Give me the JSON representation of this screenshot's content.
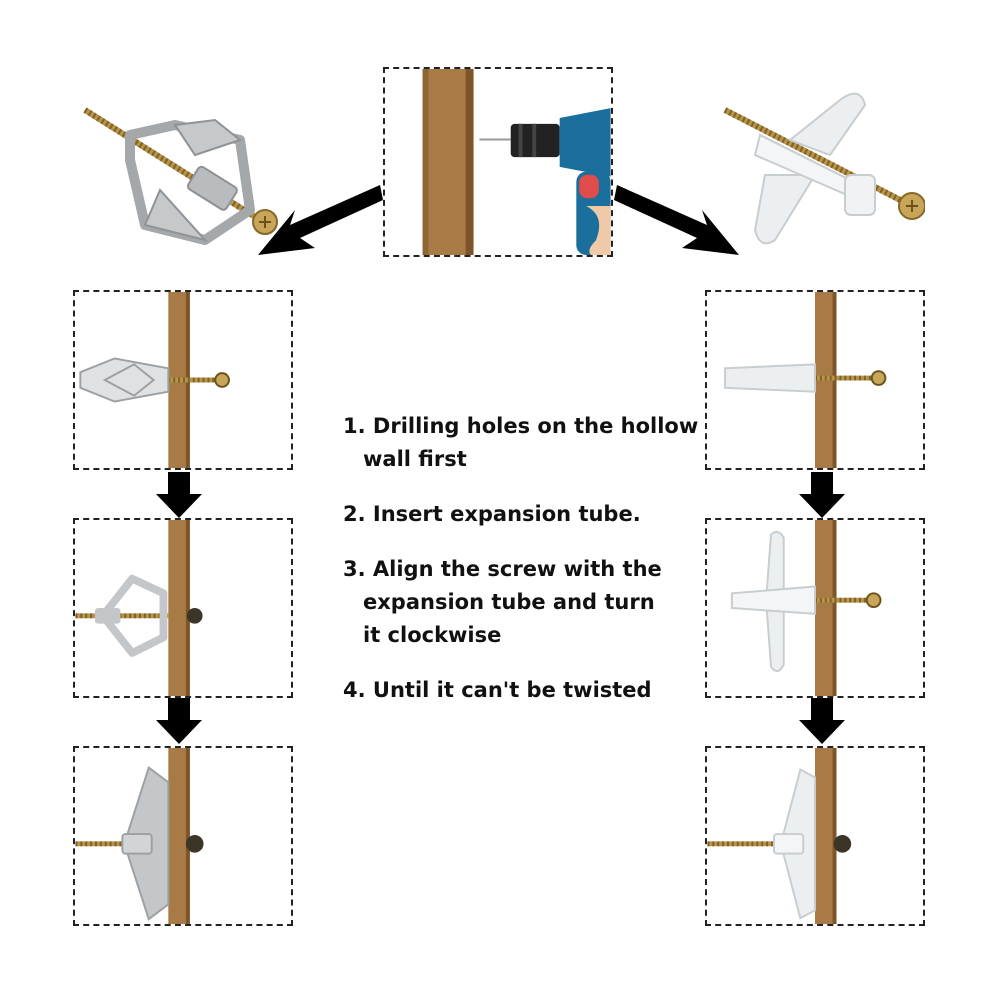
{
  "steps": [
    {
      "lines": [
        "1. Drilling holes on the hollow",
        "wall first"
      ]
    },
    {
      "lines": [
        "2. Insert expansion tube."
      ]
    },
    {
      "lines": [
        "3. Align the screw with the",
        "expansion tube and turn",
        "it clockwise"
      ]
    },
    {
      "lines": [
        "4. Until it can't be twisted"
      ]
    }
  ],
  "colors": {
    "wood": "#a87a45",
    "wood_dark": "#7d5528",
    "anchor_gray": "#b9bcbf",
    "anchor_white": "#eceff1",
    "screw": "#b8944a",
    "arrow": "#000000",
    "drill_body": "#1b6f9c",
    "drill_chuck": "#222222",
    "drill_grip": "#e04b4b"
  },
  "icons": {
    "top_left": "gray-metal-hollow-wall-anchor-icon",
    "top_right": "white-plastic-wing-anchor-icon",
    "top_center": "power-drill-icon"
  }
}
